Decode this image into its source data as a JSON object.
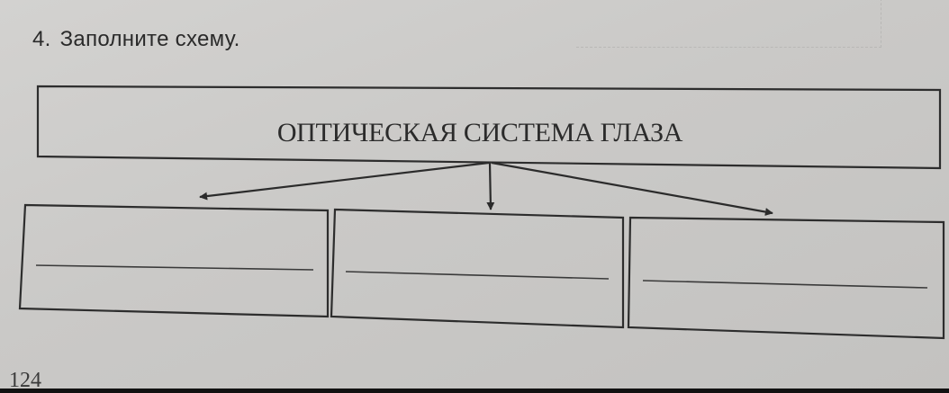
{
  "task": {
    "number": "4.",
    "instruction": "Заполните схему."
  },
  "scheme": {
    "title": "ОПТИЧЕСКАЯ СИСТЕМА ГЛАЗА",
    "answer_boxes": [
      {
        "label": "box-1",
        "value": ""
      },
      {
        "label": "box-2",
        "value": ""
      },
      {
        "label": "box-3",
        "value": ""
      }
    ]
  },
  "page_number": "124",
  "colors": {
    "ink": "#2b2b2b",
    "paper": "#cbcac8"
  }
}
